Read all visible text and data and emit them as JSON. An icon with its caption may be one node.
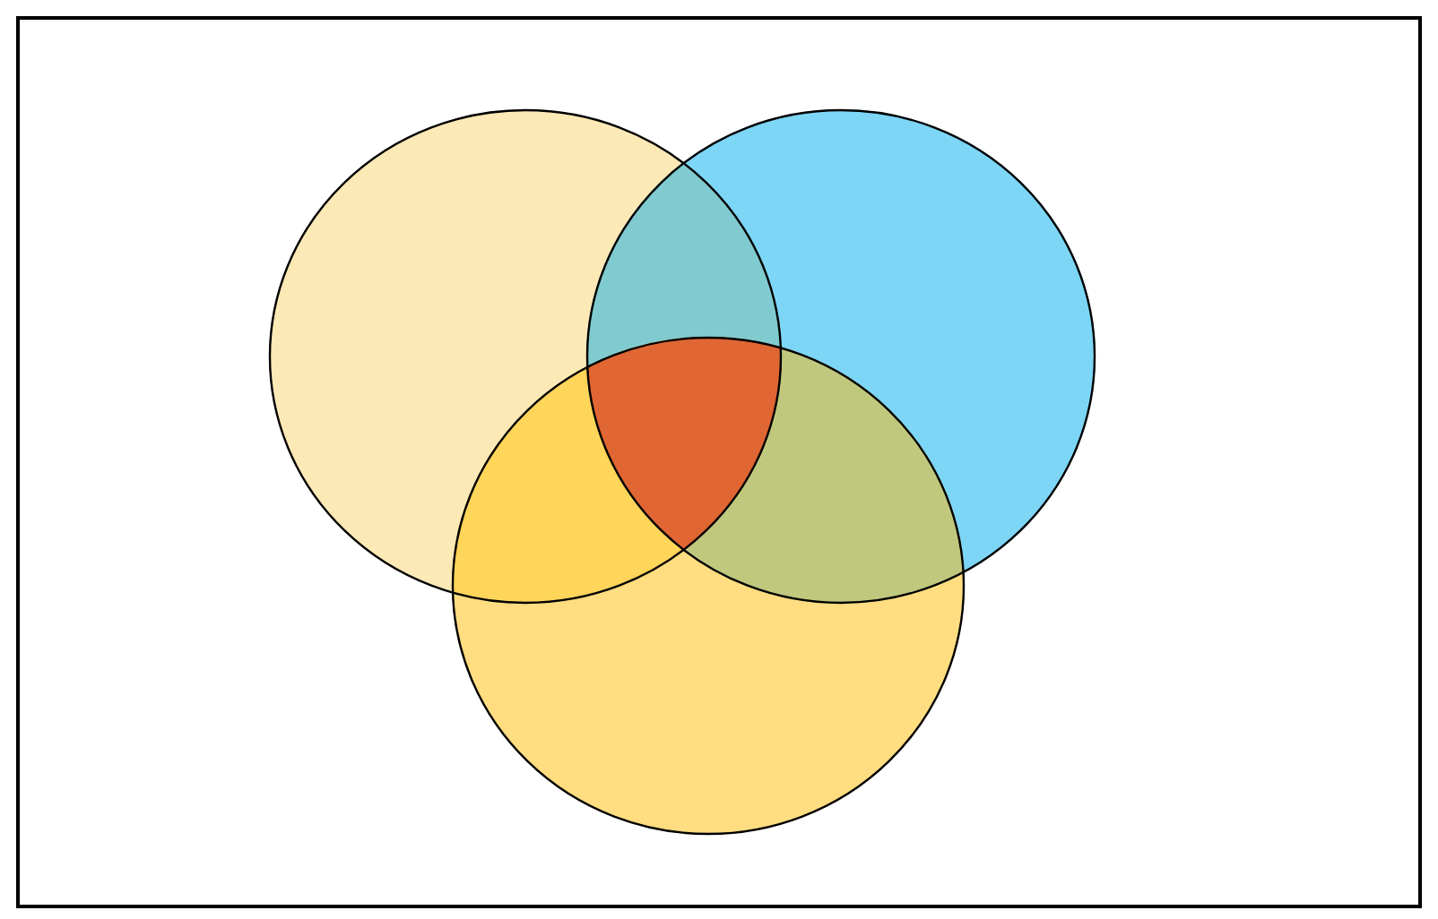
{
  "diagram": {
    "nodes": [
      {
        "text": [],
        "shape": "circle"
      },
      {
        "text": [],
        "shape": "circle"
      },
      {
        "text": [],
        "shape": "circle"
      }
    ],
    "edges": []
  }
}
